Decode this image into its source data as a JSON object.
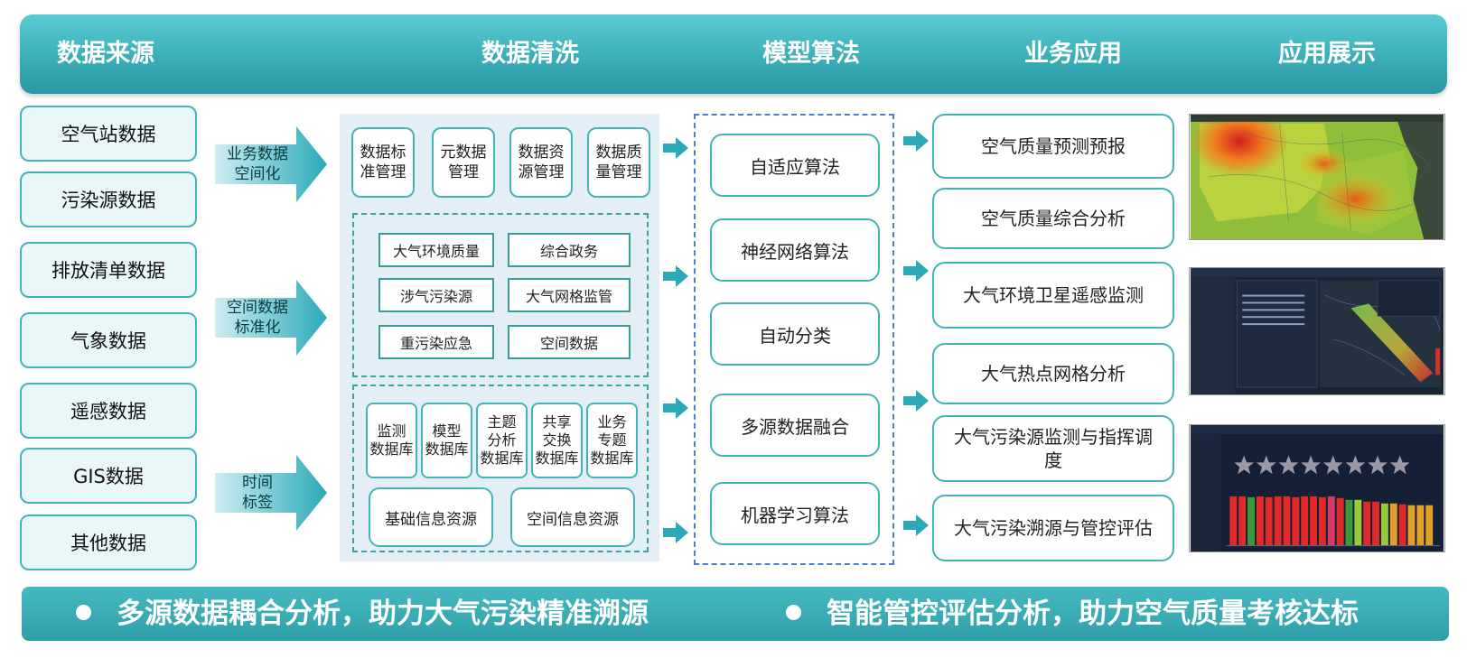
{
  "header": {
    "columns": [
      "数据来源",
      "数据清洗",
      "模型算法",
      "业务应用",
      "应用展示"
    ]
  },
  "sources": [
    "空气站数据",
    "污染源数据",
    "排放清单数据",
    "气象数据",
    "遥感数据",
    "GIS数据",
    "其他数据"
  ],
  "flow_arrows": [
    {
      "line1": "业务数据",
      "line2": "空间化"
    },
    {
      "line1": "空间数据",
      "line2": "标准化"
    },
    {
      "line1": "时间",
      "line2": "标签"
    }
  ],
  "cleaning": {
    "quality_boxes": [
      {
        "line1": "数据标",
        "line2": "准管理"
      },
      {
        "line1": "元数据",
        "line2": "管理"
      },
      {
        "line1": "数据资",
        "line2": "源管理"
      },
      {
        "line1": "数据质",
        "line2": "量管理"
      }
    ],
    "themes": [
      "大气环境质量",
      "综合政务",
      "涉气污染源",
      "大气网格监管",
      "重污染应急",
      "空间数据"
    ],
    "databases": [
      {
        "lines": [
          "监测",
          "数据库"
        ]
      },
      {
        "lines": [
          "模型",
          "数据库"
        ]
      },
      {
        "lines": [
          "主题",
          "分析",
          "数据库"
        ]
      },
      {
        "lines": [
          "共享",
          "交换",
          "数据库"
        ]
      },
      {
        "lines": [
          "业务",
          "专题",
          "数据库"
        ]
      }
    ],
    "resources": [
      "基础信息资源",
      "空间信息资源"
    ]
  },
  "algorithms": [
    "自适应算法",
    "神经网络算法",
    "自动分类",
    "多源数据融合",
    "机器学习算法"
  ],
  "applications": [
    {
      "line1": "空气质量预测预报",
      "line2": ""
    },
    {
      "line1": "空气质量综合分析",
      "line2": ""
    },
    {
      "line1": "大气环境卫星遥感监测",
      "line2": ""
    },
    {
      "line1": "大气热点网格分析",
      "line2": ""
    },
    {
      "line1": "大气污染源监测与指挥调",
      "line2": "度"
    },
    {
      "line1": "大气污染溯源与管控评估",
      "line2": ""
    }
  ],
  "screenshots": [
    "heatmap-map-screenshot",
    "satellite-monitoring-screenshot",
    "bar-chart-dashboard-screenshot"
  ],
  "footer": {
    "left": "多源数据耦合分析，助力大气污染精准溯源",
    "right": "智能管控评估分析，助力空气质量考核达标"
  },
  "colors": {
    "teal": "#44b3b8",
    "header": "#3aaeb8",
    "arrow": "#2aa9b9",
    "panel": "#e3eef6",
    "dash_blue": "#4a7fd0"
  }
}
